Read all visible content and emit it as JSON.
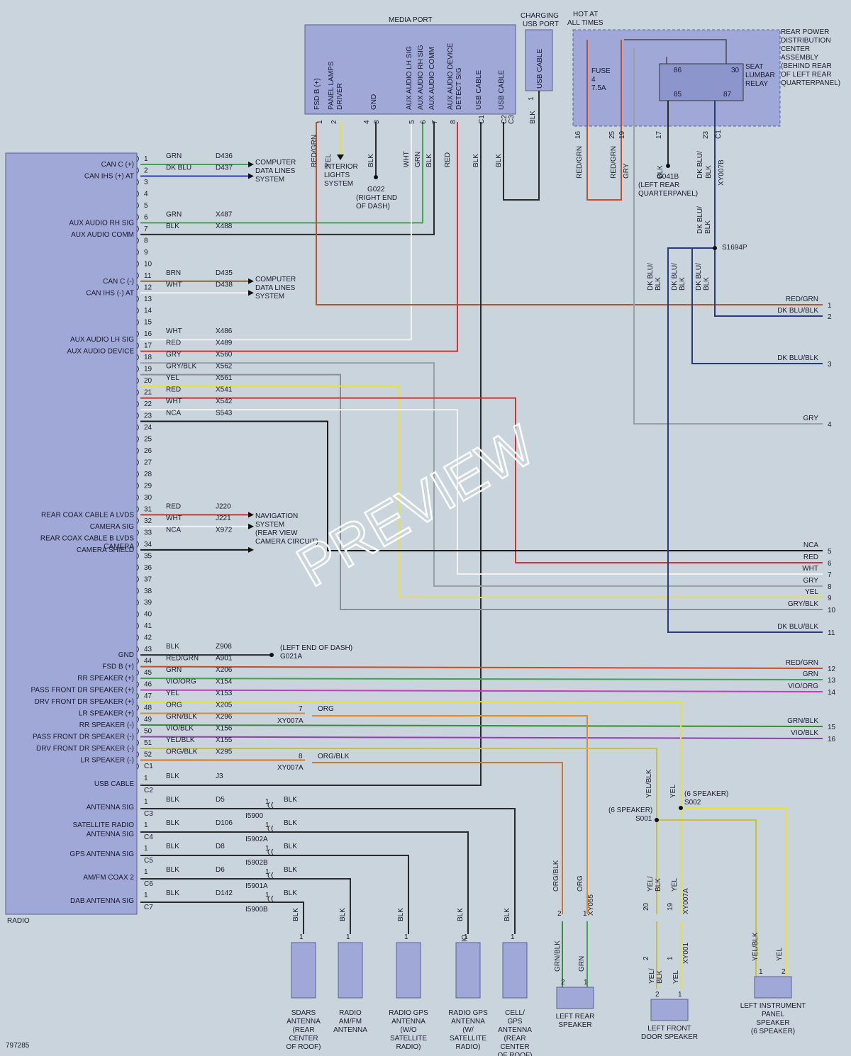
{
  "doc_id": "797285",
  "watermark": "PREVIEW",
  "radio": {
    "label": "RADIO",
    "left_labels": [
      {
        "pin": 1,
        "text": "CAN C (+)"
      },
      {
        "pin": 2,
        "text": "CAN IHS (+) AT"
      },
      {
        "pin": 6,
        "text": "AUX AUDIO RH SIG"
      },
      {
        "pin": 7,
        "text": "AUX AUDIO COMM"
      },
      {
        "pin": 11,
        "text": "CAN C (-)"
      },
      {
        "pin": 12,
        "text": "CAN IHS (-) AT"
      },
      {
        "pin": 16,
        "text": "AUX AUDIO LH SIG"
      },
      {
        "pin": 17,
        "text": "AUX AUDIO DEVICE"
      },
      {
        "pin": 31,
        "text": "REAR COAX CABLE A LVDS"
      },
      {
        "pin": 32,
        "text": "CAMERA SIG"
      },
      {
        "pin": 33,
        "text": "REAR COAX CABLE B LVDS"
      },
      {
        "pin": 33.7,
        "text": "CAMERA"
      },
      {
        "pin": 34,
        "text": "CAMERA SHIELD"
      },
      {
        "pin": 43,
        "text": "GND"
      },
      {
        "pin": 44,
        "text": "FSD B (+)"
      },
      {
        "pin": 45,
        "text": "RR SPEAKER (+)"
      },
      {
        "pin": 46,
        "text": "PASS FRONT DR SPEAKER (+)"
      },
      {
        "pin": 47,
        "text": "DRV FRONT DR SPEAKER (+)"
      },
      {
        "pin": 48,
        "text": "LR SPEAKER (+)"
      },
      {
        "pin": 49,
        "text": "RR SPEAKER (-)"
      },
      {
        "pin": 50,
        "text": "PASS FRONT DR SPEAKER (-)"
      },
      {
        "pin": 51,
        "text": "DRV FRONT DR SPEAKER (-)"
      },
      {
        "pin": 52,
        "text": "LR SPEAKER (-)"
      }
    ],
    "circuits": [
      {
        "pin": "1",
        "color": "GRN",
        "circuit": "D436",
        "hex": "#3aa84a"
      },
      {
        "pin": "2",
        "color": "DK BLU",
        "circuit": "D437",
        "hex": "#2b3fa8"
      },
      {
        "pin": "3"
      },
      {
        "pin": "4"
      },
      {
        "pin": "5"
      },
      {
        "pin": "6",
        "color": "GRN",
        "circuit": "X487",
        "hex": "#3aa84a"
      },
      {
        "pin": "7",
        "color": "BLK",
        "circuit": "X488",
        "hex": "#2a2a2a"
      },
      {
        "pin": "8"
      },
      {
        "pin": "9"
      },
      {
        "pin": "10"
      },
      {
        "pin": "11",
        "color": "BRN",
        "circuit": "D435",
        "hex": "#8a6a3a"
      },
      {
        "pin": "12",
        "color": "WHT",
        "circuit": "D438",
        "hex": "#f2f2f2"
      },
      {
        "pin": "13"
      },
      {
        "pin": "14"
      },
      {
        "pin": "15"
      },
      {
        "pin": "16",
        "color": "WHT",
        "circuit": "X486",
        "hex": "#f2f2f2"
      },
      {
        "pin": "17",
        "color": "RED",
        "circuit": "X489",
        "hex": "#d93030"
      },
      {
        "pin": "18",
        "color": "GRY",
        "circuit": "X560",
        "hex": "#9aa0a8"
      },
      {
        "pin": "19",
        "color": "GRY/BLK",
        "circuit": "X562",
        "hex": "#8a8f96"
      },
      {
        "pin": "20",
        "color": "YEL",
        "circuit": "X561",
        "hex": "#e6e23a"
      },
      {
        "pin": "21",
        "color": "RED",
        "circuit": "X541",
        "hex": "#d93030"
      },
      {
        "pin": "22",
        "color": "WHT",
        "circuit": "X542",
        "hex": "#f2f2f2"
      },
      {
        "pin": "23",
        "color": "NCA",
        "circuit": "S543",
        "hex": "#1a1a1a"
      },
      {
        "pin": "24"
      },
      {
        "pin": "25"
      },
      {
        "pin": "26"
      },
      {
        "pin": "27"
      },
      {
        "pin": "28"
      },
      {
        "pin": "29"
      },
      {
        "pin": "30"
      },
      {
        "pin": "31",
        "color": "RED",
        "circuit": "J220",
        "hex": "#d93030"
      },
      {
        "pin": "32",
        "color": "WHT",
        "circuit": "J221",
        "hex": "#f2f2f2"
      },
      {
        "pin": "33",
        "color": "NCA",
        "circuit": "X972",
        "hex": "#1a1a1a"
      },
      {
        "pin": "34"
      },
      {
        "pin": "35"
      },
      {
        "pin": "36"
      },
      {
        "pin": "37"
      },
      {
        "pin": "38"
      },
      {
        "pin": "39"
      },
      {
        "pin": "40"
      },
      {
        "pin": "41"
      },
      {
        "pin": "42"
      },
      {
        "pin": "43",
        "color": "BLK",
        "circuit": "Z908",
        "hex": "#2a2a2a"
      },
      {
        "pin": "44",
        "color": "RED/GRN",
        "circuit": "A901",
        "hex": "#c0502a"
      },
      {
        "pin": "45",
        "color": "GRN",
        "circuit": "X206",
        "hex": "#3aa84a"
      },
      {
        "pin": "46",
        "color": "VIO/ORG",
        "circuit": "X154",
        "hex": "#c040c0"
      },
      {
        "pin": "47",
        "color": "YEL",
        "circuit": "X153",
        "hex": "#e6e23a"
      },
      {
        "pin": "48",
        "color": "ORG",
        "circuit": "X205",
        "hex": "#e08a30"
      },
      {
        "pin": "49",
        "color": "GRN/BLK",
        "circuit": "X296",
        "hex": "#3c8a3c"
      },
      {
        "pin": "50",
        "color": "VIO/BLK",
        "circuit": "X156",
        "hex": "#9040b0"
      },
      {
        "pin": "51",
        "color": "YEL/BLK",
        "circuit": "X155",
        "hex": "#c8c23a"
      },
      {
        "pin": "52",
        "color": "ORG/BLK",
        "circuit": "X295",
        "hex": "#c87a30"
      },
      {
        "pin": "C1"
      }
    ],
    "lower": [
      {
        "pin": "1",
        "color": "BLK",
        "circuit": "J3",
        "label": "USB CABLE",
        "conn": "C2"
      },
      {
        "pin": "1",
        "color": "BLK",
        "circuit": "D5",
        "label": "ANTENNA SIG",
        "conn": "C3",
        "splice": "I5900",
        "sp_pin": "1",
        "sp_color": "BLK"
      },
      {
        "pin": "1",
        "color": "BLK",
        "circuit": "D106",
        "label": "SATELLITE RADIO",
        "label2": "ANTENNA SIG",
        "conn": "C4",
        "splice": "I5902A",
        "sp_pin": "1",
        "sp_color": "BLK"
      },
      {
        "pin": "1",
        "color": "BLK",
        "circuit": "D8",
        "label": "GPS ANTENNA SIG",
        "conn": "C5",
        "splice": "I5902B",
        "sp_pin": "1",
        "sp_color": "BLK"
      },
      {
        "pin": "1",
        "color": "BLK",
        "circuit": "D6",
        "label": "AM/FM COAX 2",
        "conn": "C6",
        "splice": "I5901A",
        "sp_pin": "1",
        "sp_color": "BLK"
      },
      {
        "pin": "1",
        "color": "BLK",
        "circuit": "D142",
        "label": "DAB ANTENNA SIG",
        "conn": "C7",
        "splice": "I5900B",
        "sp_pin": "1",
        "sp_color": "BLK"
      }
    ]
  },
  "destinations": {
    "computer_data_lines": [
      "COMPUTER",
      "DATA LINES",
      "SYSTEM"
    ],
    "navigation": [
      "NAVIGATION",
      "SYSTEM",
      "(REAR VIEW",
      "CAMERA CIRCUIT)"
    ],
    "ground_dash": [
      "(LEFT END OF DASH)",
      "G021A"
    ],
    "interior_lights": [
      "INTERIOR",
      "LIGHTS",
      "SYSTEM"
    ],
    "g022": [
      "G022",
      "(RIGHT END",
      "OF DASH)"
    ],
    "g041b": [
      "G041B",
      "(LEFT REAR",
      "QUARTERPANEL)"
    ]
  },
  "media_port": {
    "title": "MEDIA PORT",
    "pins": [
      {
        "pin": "1",
        "label": "FSD B (+)",
        "color": "RED/GRN"
      },
      {
        "pin": "2",
        "label": "PANEL LAMPS\nDRIVER",
        "color": "YEL"
      },
      {
        "pin": "3",
        "label": "GND",
        "color": "BLK"
      },
      {
        "pin": "5",
        "label": "AUX AUDIO LH SIG",
        "color": "WHT"
      },
      {
        "pin": "6",
        "label": "AUX AUDIO RH SIG",
        "color": "GRN"
      },
      {
        "pin": "7",
        "label": "AUX AUDIO COMM",
        "color": "BLK"
      },
      {
        "pin": "8",
        "label": "AUX AUDIO DEVICE\nDETECT SIG",
        "color": "RED"
      },
      {
        "pin": "C1",
        "label": "USB CABLE",
        "color": "BLK"
      },
      {
        "pin": "C2",
        "label": "USB CABLE",
        "color": "BLK"
      },
      {
        "pin": "C3",
        "label": ""
      }
    ],
    "pin4": "4"
  },
  "charging_usb": {
    "title1": "CHARGING",
    "title2": "USB PORT",
    "label": "USB CABLE",
    "pin": "1",
    "color": "BLK"
  },
  "hot_at_all_times": [
    "HOT AT",
    "ALL TIMES"
  ],
  "rpdc": {
    "title": [
      "REAR POWER",
      "DISTRIBUTION",
      "CENTER",
      "ASSEMBLY",
      "(BEHIND REAR",
      "OF LEFT REAR",
      "QUARTERPANEL)"
    ],
    "fuse": [
      "FUSE",
      "4",
      "7.5A"
    ],
    "relay": [
      "SEAT",
      "LUMBAR",
      "RELAY"
    ],
    "relay_pins": [
      "86",
      "30",
      "85",
      "87"
    ],
    "pins": [
      "16",
      "25",
      "19",
      "17",
      "23",
      "C1"
    ],
    "wire_colors": [
      "RED/GRN",
      "RED/GRN",
      "GRY",
      "BLK",
      "DK BLU/\nBLK"
    ],
    "connector": "XY007B",
    "splice": "S1694P"
  },
  "right_connector": {
    "pins": [
      {
        "pin": "1",
        "color": "RED/GRN"
      },
      {
        "pin": "2",
        "color": "DK BLU/BLK"
      },
      {
        "pin": "3",
        "color": "DK BLU/BLK"
      },
      {
        "pin": "4",
        "color": "GRY"
      },
      {
        "pin": "5",
        "color": "NCA"
      },
      {
        "pin": "6",
        "color": "RED"
      },
      {
        "pin": "7",
        "color": "WHT"
      },
      {
        "pin": "8",
        "color": "GRY"
      },
      {
        "pin": "9",
        "color": "YEL"
      },
      {
        "pin": "10",
        "color": "GRY/BLK"
      },
      {
        "pin": "11",
        "color": "DK BLU/BLK"
      },
      {
        "pin": "12",
        "color": "RED/GRN"
      },
      {
        "pin": "13",
        "color": "GRN"
      },
      {
        "pin": "14",
        "color": "VIO/ORG"
      },
      {
        "pin": "15",
        "color": "GRN/BLK"
      },
      {
        "pin": "16",
        "color": "VIO/BLK"
      }
    ]
  },
  "xy007a": {
    "label": "XY007A",
    "pin7": "7",
    "pin7_color": "ORG",
    "pin8": "8",
    "pin8_color": "ORG/BLK"
  },
  "splices": {
    "s001": [
      "(6 SPEAKER)",
      "S001"
    ],
    "s002": [
      "(6 SPEAKER)",
      "S002"
    ],
    "xy055": "XY055",
    "xy007a_v": "XY007A",
    "xy001": "XY001"
  },
  "antennas": [
    {
      "name": "DAB ANTENNA\nSIG",
      "pin": "1",
      "color": "BLK",
      "caption": [
        "SDARS",
        "ANTENNA",
        "(REAR",
        "CENTER",
        "OF ROOF)"
      ]
    },
    {
      "name": "AM/FM COAX 2",
      "pin": "1",
      "color": "BLK",
      "caption": [
        "RADIO",
        "AM/FM",
        "ANTENNA"
      ]
    },
    {
      "name": "GPS ANTENNA\nSIG",
      "pin": "1",
      "color": "BLK",
      "caption": [
        "RADIO GPS",
        "ANTENNA",
        "(W/O",
        "SATELLITE",
        "RADIO)"
      ]
    },
    {
      "name": "SATELLITE RADIO\nANTENNA SIG",
      "pin": "1",
      "color": "BLK",
      "caption": [
        "RADIO GPS",
        "ANTENNA",
        "(W/",
        "SATELLITE",
        "RADIO)"
      ]
    },
    {
      "name": "ANTENNA\nSIG",
      "pin": "1",
      "color": "BLK",
      "caption": [
        "CELL/",
        "GPS",
        "ANTENNA",
        "(REAR",
        "CENTER",
        "OF ROOF)"
      ]
    }
  ],
  "speakers": [
    {
      "caption": [
        "LEFT REAR",
        "SPEAKER"
      ],
      "wires": [
        "GRN/BLK",
        "GRN"
      ],
      "pins": [
        "2",
        "1"
      ],
      "upper": [
        "ORG/BLK",
        "ORG"
      ]
    },
    {
      "caption": [
        "LEFT FRONT",
        "DOOR SPEAKER"
      ],
      "wires": [
        "YEL/\nBLK",
        "YEL"
      ],
      "pins": [
        "2",
        "1"
      ],
      "upper": [
        "YEL/\nBLK",
        "YEL"
      ],
      "mid_pins": [
        "20",
        "19",
        "2",
        "1"
      ]
    },
    {
      "caption": [
        "LEFT INSTRUMENT",
        "PANEL",
        "SPEAKER",
        "(6 SPEAKER)"
      ],
      "wires": [
        "YEL/BLK",
        "YEL"
      ],
      "pins": [
        "1",
        "2"
      ]
    }
  ],
  "vertical_labels": {
    "yel_blk": "YEL/BLK",
    "yel": "YEL"
  }
}
